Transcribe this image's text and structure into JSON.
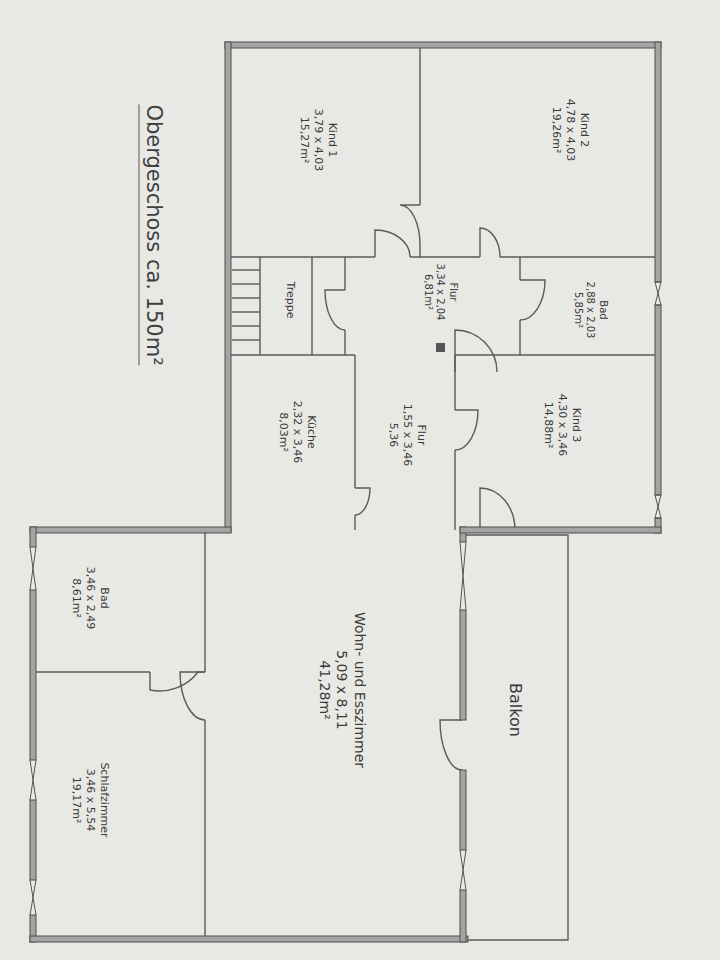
{
  "diagram": {
    "title": "Obergeschoss ca. 150m²",
    "nodes": [
      {
        "text": [
          "Kind 1",
          "3,79 x 4,03",
          "15,27m²"
        ]
      },
      {
        "text": [
          "Kind 2",
          "4,78 x 4,03",
          "19,26m²"
        ]
      },
      {
        "text": [
          "Treppe"
        ]
      },
      {
        "text": [
          "Flur",
          "3,34 x 2,04",
          "6,81m²"
        ]
      },
      {
        "text": [
          "Bad",
          "2,88 x 2,03",
          "5,85m²"
        ]
      },
      {
        "text": [
          "Küche",
          "2,32 x 3,46",
          "8,03m²"
        ]
      },
      {
        "text": [
          "Flur",
          "1,55 x 3,46",
          "5,36"
        ]
      },
      {
        "text": [
          "Kind 3",
          "4,30 x 3,46",
          "14,88m²"
        ]
      },
      {
        "text": [
          "Bad",
          "3,46 x 2,49",
          "8,61m²"
        ]
      },
      {
        "text": [
          "Wohn- und Esszimmer",
          "5,09 x 8,11",
          "41,28m²"
        ]
      },
      {
        "text": [
          "Schlafzimmer",
          "3,46 x 5,54",
          "19,17m²"
        ]
      },
      {
        "text": [
          "Balkon"
        ]
      }
    ]
  }
}
